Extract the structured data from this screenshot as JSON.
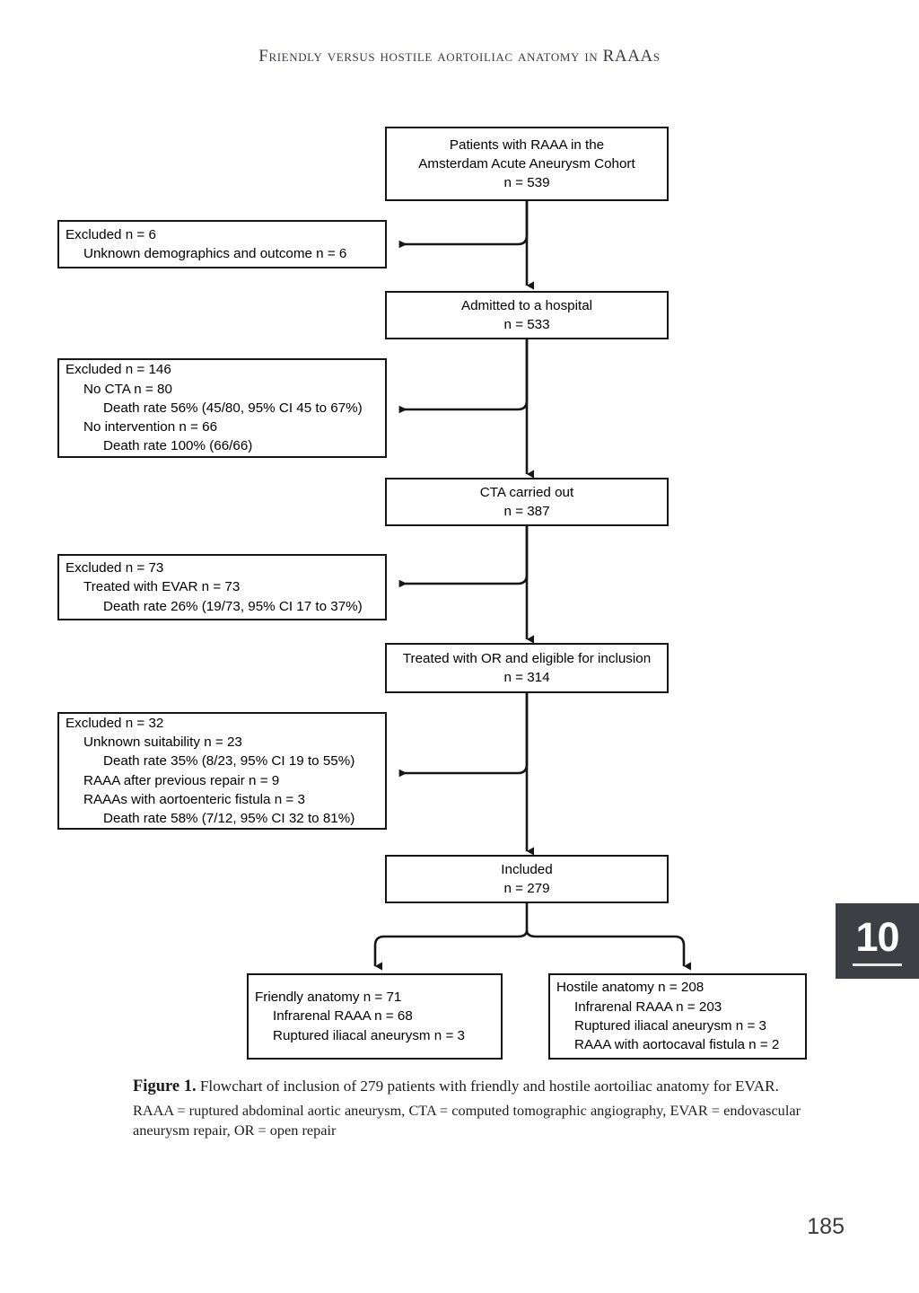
{
  "running_head": "Friendly versus hostile aortoiliac anatomy in RAAAs",
  "page_number": "185",
  "chapter_tab": {
    "number": "10"
  },
  "colors": {
    "ink": "#000000",
    "line": "#161616",
    "tab_bg": "#3c4044",
    "tab_fg": "#ffffff",
    "header_text": "#3a3a42"
  },
  "chart_data": {
    "type": "diagram",
    "title": "Flowchart of inclusion of 279 patients with friendly and hostile aortoiliac anatomy for EVAR",
    "nodes": [
      {
        "id": "cohort",
        "kind": "main",
        "n": 539
      },
      {
        "id": "admitted",
        "kind": "main",
        "n": 533
      },
      {
        "id": "cta",
        "kind": "main",
        "n": 387
      },
      {
        "id": "or",
        "kind": "main",
        "n": 314
      },
      {
        "id": "included",
        "kind": "main",
        "n": 279
      },
      {
        "id": "excl1",
        "kind": "exclusion",
        "n": 6
      },
      {
        "id": "excl2",
        "kind": "exclusion",
        "n": 146
      },
      {
        "id": "excl3",
        "kind": "exclusion",
        "n": 73
      },
      {
        "id": "excl4",
        "kind": "exclusion",
        "n": 32
      },
      {
        "id": "friendly",
        "kind": "terminal",
        "n": 71
      },
      {
        "id": "hostile",
        "kind": "terminal",
        "n": 208
      }
    ],
    "edges": [
      {
        "from": "cohort",
        "to": "admitted"
      },
      {
        "from": "cohort",
        "to": "excl1"
      },
      {
        "from": "admitted",
        "to": "cta"
      },
      {
        "from": "admitted",
        "to": "excl2"
      },
      {
        "from": "cta",
        "to": "or"
      },
      {
        "from": "cta",
        "to": "excl3"
      },
      {
        "from": "or",
        "to": "included"
      },
      {
        "from": "or",
        "to": "excl4"
      },
      {
        "from": "included",
        "to": "friendly"
      },
      {
        "from": "included",
        "to": "hostile"
      }
    ]
  },
  "boxes": {
    "cohort": {
      "line1": "Patients with RAAA in the",
      "line2": "Amsterdam Acute Aneurysm Cohort",
      "line3": "n = 539"
    },
    "excluded_1": {
      "line1": "Excluded n = 6",
      "line2": "Unknown demographics and outcome n = 6"
    },
    "admitted": {
      "line1": "Admitted to a hospital",
      "line2": "n = 533"
    },
    "excluded_2": {
      "line1": "Excluded n = 146",
      "line2": "No CTA n = 80",
      "line3": "Death rate 56% (45/80, 95% CI 45 to 67%)",
      "line4": "No intervention n = 66",
      "line5": "Death rate 100% (66/66)"
    },
    "cta": {
      "line1": "CTA carried out",
      "line2": "n = 387"
    },
    "excluded_3": {
      "line1": "Excluded n = 73",
      "line2": "Treated with EVAR n = 73",
      "line3": "Death rate 26% (19/73, 95% CI 17 to 37%)"
    },
    "or_eligible": {
      "line1": "Treated with OR and eligible for inclusion",
      "line2": "n = 314"
    },
    "excluded_4": {
      "line1": "Excluded n = 32",
      "line2": "Unknown suitability n = 23",
      "line3": "Death rate 35% (8/23, 95% CI 19 to 55%)",
      "line4": "RAAA after previous repair n = 9",
      "line5": "RAAAs with aortoenteric fistula n = 3",
      "line6": "Death rate 58% (7/12, 95% CI 32 to 81%)"
    },
    "included": {
      "line1": "Included",
      "line2": "n = 279"
    },
    "friendly": {
      "line1": "Friendly anatomy n = 71",
      "line2": "Infrarenal RAAA n = 68",
      "line3": "Ruptured iliacal aneurysm n = 3"
    },
    "hostile": {
      "line1": "Hostile anatomy n = 208",
      "line2": "Infrarenal RAAA n = 203",
      "line3": "Ruptured iliacal aneurysm n = 3",
      "line4": "RAAA with aortocaval fistula n = 2"
    }
  },
  "caption": {
    "label": "Figure 1.",
    "text": " Flowchart of inclusion of 279 patients with friendly and hostile aortoiliac anatomy for EVAR.",
    "abbreviations": "RAAA = ruptured abdominal aortic aneurysm, CTA = computed tomographic angiography, EVAR = endovascular aneurysm repair, OR = open repair"
  }
}
